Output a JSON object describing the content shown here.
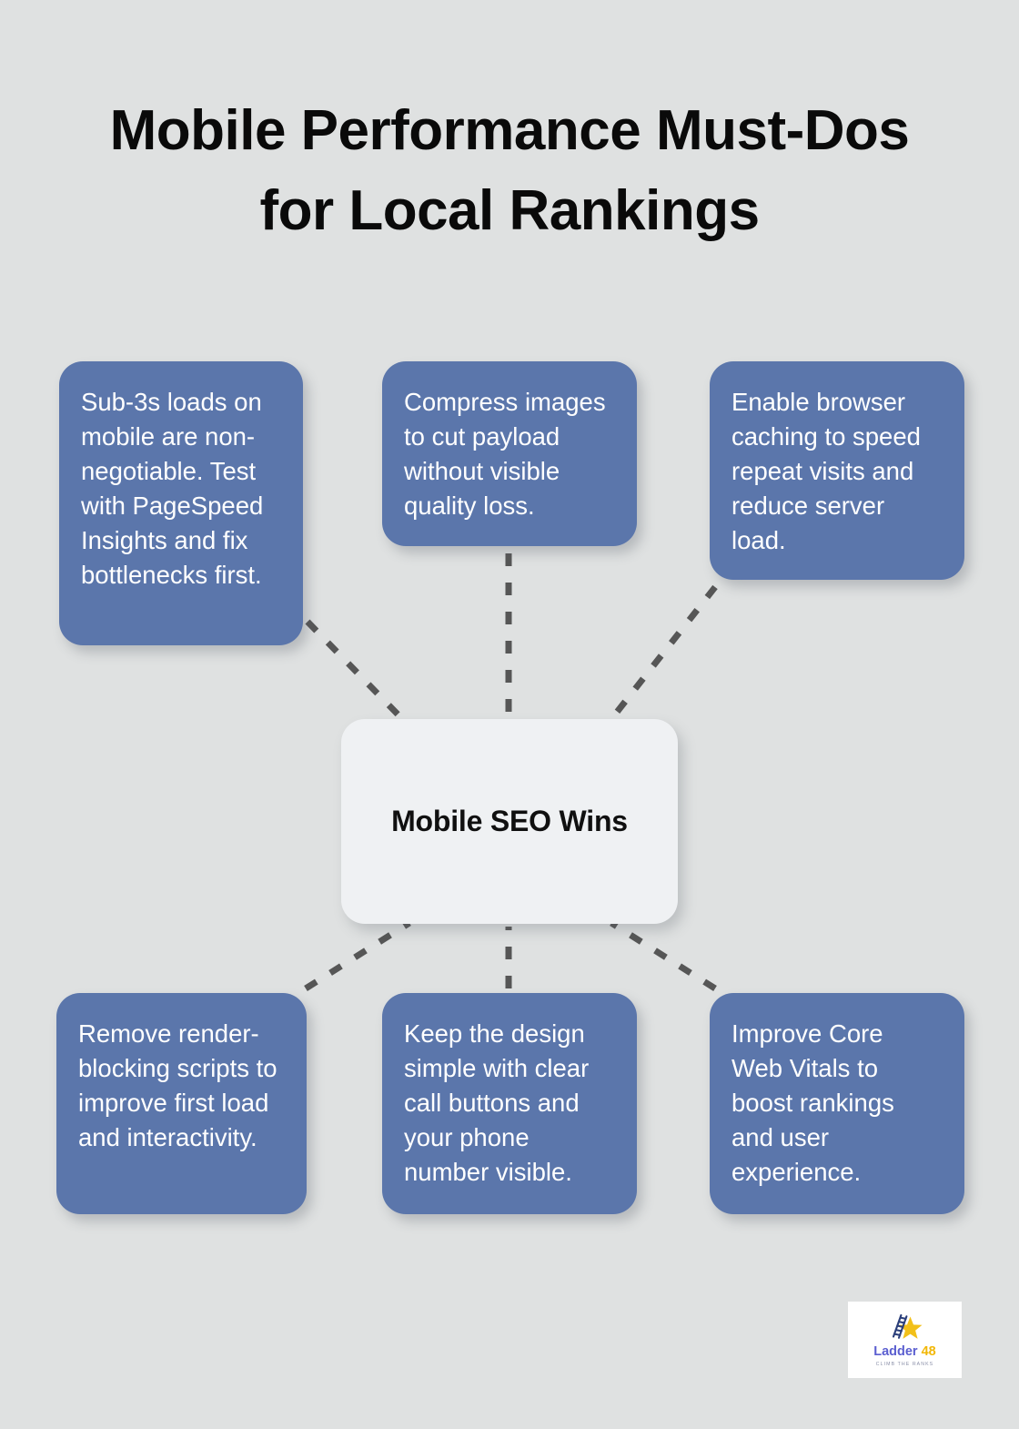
{
  "page": {
    "background_color": "#dfe1e1",
    "title_lines": [
      "Mobile Performance Must-Dos",
      "for Local Rankings"
    ],
    "title_full": "Mobile Performance Must-Dos for Local Rankings"
  },
  "diagram": {
    "type": "hub-and-spoke",
    "center": {
      "label": "Mobile SEO Wins",
      "background_color": "#eff1f3",
      "text_color": "#101010"
    },
    "node_color": "#5b76ab",
    "node_text_color": "#ffffff",
    "connector_color": "#565656",
    "connector_style": "dashed",
    "nodes": [
      {
        "id": "node-1",
        "position": "top-left",
        "text": "Sub-3s loads on mobile are non-negotiable. Test with PageSpeed Insights and fix bottlenecks first."
      },
      {
        "id": "node-2",
        "position": "top-center",
        "text": "Compress images to cut payload without visible quality loss."
      },
      {
        "id": "node-3",
        "position": "top-right",
        "text": "Enable browser caching to speed repeat visits and reduce server load."
      },
      {
        "id": "node-4",
        "position": "bottom-left",
        "text": "Remove render-blocking scripts to improve first load and interactivity."
      },
      {
        "id": "node-5",
        "position": "bottom-center",
        "text": "Keep the design simple with clear call buttons and your phone number visible."
      },
      {
        "id": "node-6",
        "position": "bottom-right",
        "text": "Improve Core Web Vitals to boost rankings and user experience."
      }
    ]
  },
  "logo": {
    "brand_name": "Ladder",
    "brand_number": "48",
    "tagline": "CLIMB THE RANKS",
    "brand_color": "#5b5fd0",
    "accent_color": "#f2b705",
    "card_background": "#ffffff"
  }
}
